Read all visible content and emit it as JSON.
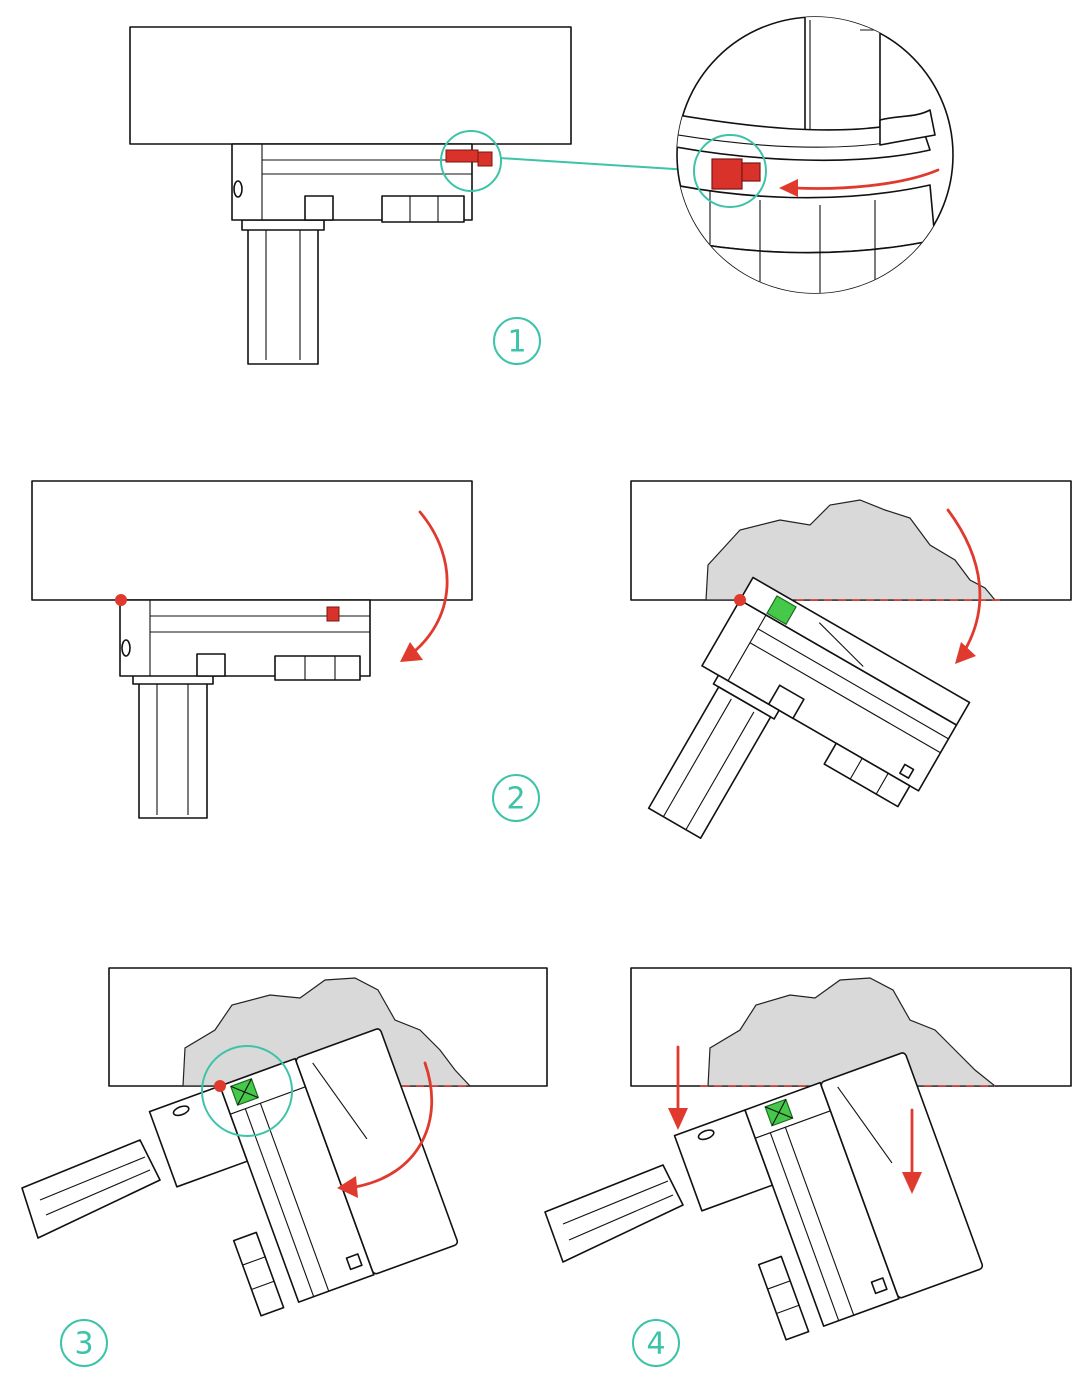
{
  "steps": [
    {
      "number": "1"
    },
    {
      "number": "2"
    },
    {
      "number": "3"
    },
    {
      "number": "4"
    }
  ],
  "colors": {
    "step_circle": "#3cc3a8",
    "arrow": "#e03a2f",
    "latch": "#d9322b",
    "indicator": "#46c94a",
    "shadow": "#d9d9d9"
  },
  "icons": [
    "latch-icon",
    "pivot-point-icon",
    "rotation-arrow-icon",
    "down-arrow-icon"
  ]
}
